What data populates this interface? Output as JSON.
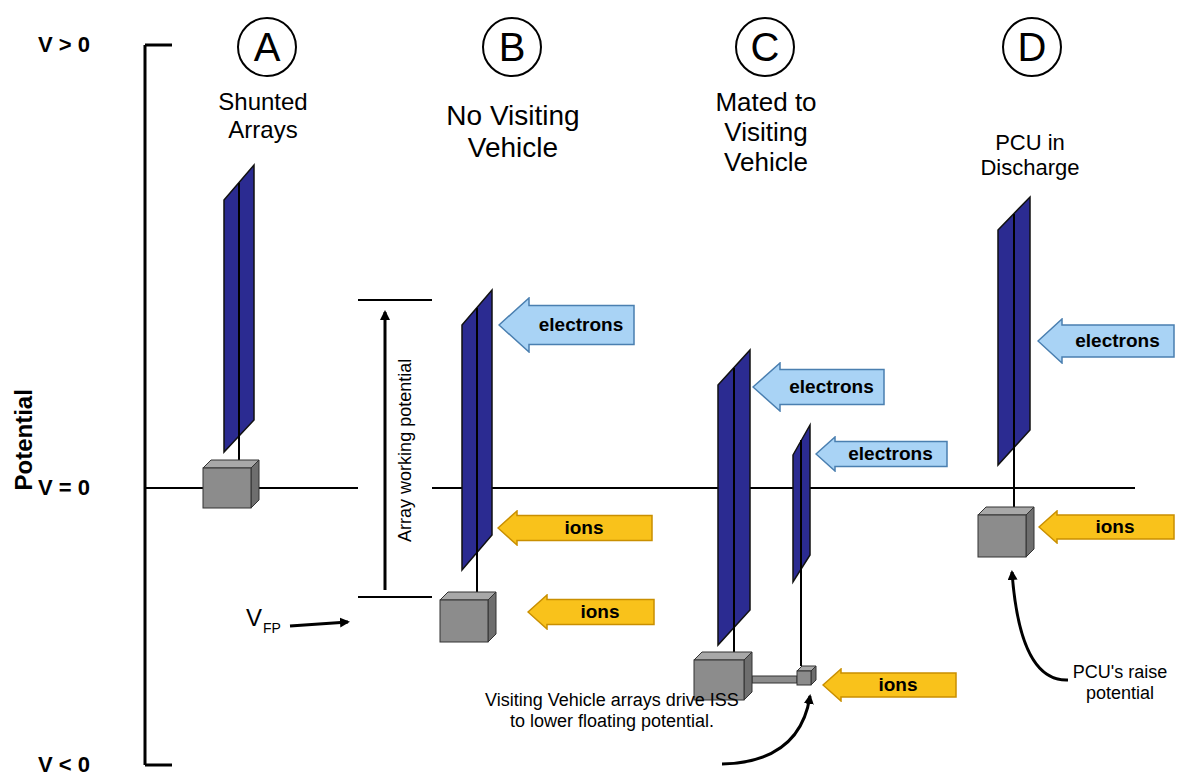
{
  "diagram": {
    "nodes": [
      {
        "text": [
          "A"
        ]
      },
      {
        "text": [
          "B"
        ]
      },
      {
        "text": [
          "C"
        ]
      },
      {
        "text": [
          "D"
        ]
      },
      {
        "text": [
          "electrons"
        ]
      },
      {
        "text": [
          "ions"
        ]
      },
      {
        "text": [
          "ions"
        ]
      },
      {
        "text": [
          "electrons"
        ]
      },
      {
        "text": [
          "electrons"
        ]
      },
      {
        "text": [
          "ions"
        ]
      },
      {
        "text": [
          "electrons"
        ]
      },
      {
        "text": [
          "ions"
        ]
      }
    ],
    "labels": [
      "V > 0",
      "V = 0",
      "V < 0",
      "Potential",
      "Shunted Arrays",
      "No Visiting Vehicle",
      "Mated to Visiting Vehicle",
      "PCU in Discharge",
      "Array working potential",
      "V",
      "FP",
      "Visiting Vehicle arrays drive ISS to lower floating potential.",
      "PCU's raise potential"
    ]
  }
}
